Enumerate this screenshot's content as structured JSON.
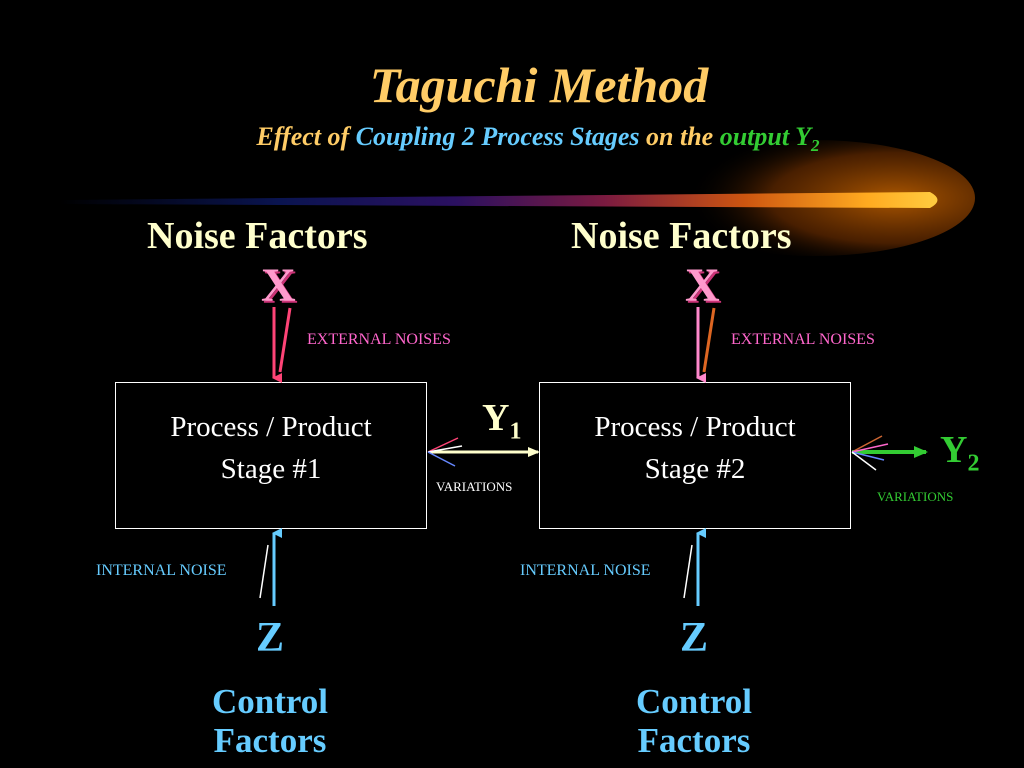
{
  "title": "Taguchi Method",
  "subtitle": {
    "part1": "Effect of ",
    "part2": "Coupling 2 Process Stages",
    "part3": "  on the ",
    "part4": "output Y",
    "part4_sub": "2"
  },
  "stage1": {
    "noise_heading": "Noise Factors",
    "noise_symbol": "X",
    "external_label": "EXTERNAL NOISES",
    "box_line1": "Process / Product",
    "box_line2": "Stage  #1",
    "internal_label": "INTERNAL NOISE",
    "control_symbol": "Z",
    "control_line1": "Control",
    "control_line2": "Factors"
  },
  "stage2": {
    "noise_heading": "Noise Factors",
    "noise_symbol": "X",
    "external_label": "EXTERNAL NOISES",
    "box_line1": "Process / Product",
    "box_line2": "Stage #2",
    "internal_label": "INTERNAL NOISE",
    "control_symbol": "Z",
    "control_line1": "Control",
    "control_line2": "Factors"
  },
  "output1": {
    "symbol": "Y",
    "sub": "1",
    "variations": "VARIATIONS"
  },
  "output2": {
    "symbol": "Y",
    "sub": "2",
    "variations": "VARIATIONS"
  },
  "colors": {
    "title": "#ffcc66",
    "blue_text": "#66ccff",
    "green_text": "#33cc33",
    "pink_text": "#ff66cc",
    "heading": "#ffffcc"
  }
}
